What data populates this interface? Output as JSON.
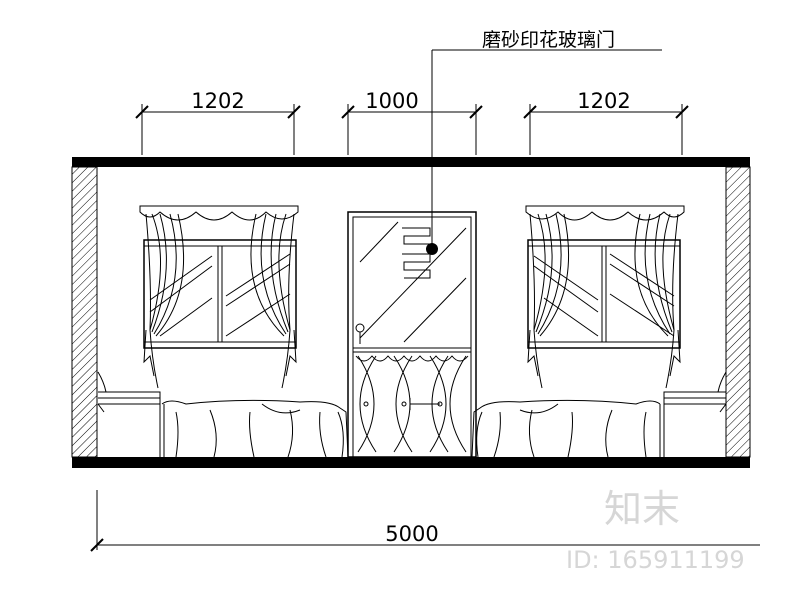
{
  "annotation": {
    "label": "磨砂印花玻璃门"
  },
  "dimensions": {
    "left_window": "1202",
    "door": "1000",
    "right_window": "1202",
    "overall": "5000"
  },
  "watermark": {
    "brand": "知末",
    "id_text": "ID: 165911199"
  },
  "colors": {
    "line": "#000000",
    "watermark": "#d6d6d6",
    "background": "#ffffff"
  }
}
